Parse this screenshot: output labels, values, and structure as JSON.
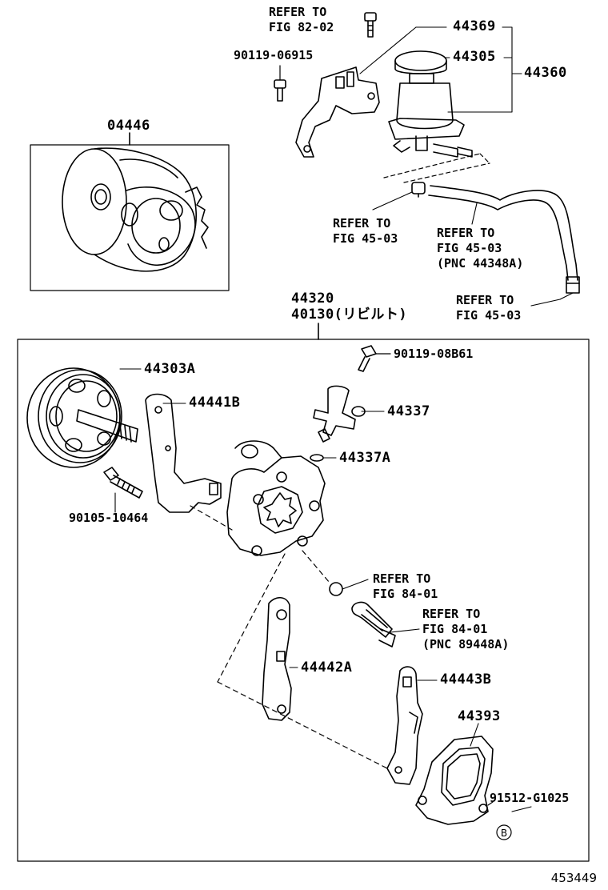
{
  "labels": {
    "refer_top": "REFER TO\nFIG 82-02",
    "p44369": "44369",
    "p44305": "44305",
    "p44360": "44360",
    "p90119_06915": "90119-06915",
    "p04446": "04446",
    "refer_45_03_a": "REFER TO\nFIG 45-03",
    "refer_45_03_b": "REFER TO\nFIG 45-03\n(PNC 44348A)",
    "refer_45_03_c": "REFER TO\nFIG 45-03",
    "p44320": "44320",
    "p40130": "40130(リビルト)",
    "p90119_08B61": "90119-08B61",
    "p44303A": "44303A",
    "p44441B": "44441B",
    "p44337": "44337",
    "p44337A": "44337A",
    "p90105_10464": "90105-10464",
    "refer_84_01_a": "REFER TO\nFIG 84-01",
    "refer_84_01_b": "REFER TO\nFIG 84-01\n(PNC 89448A)",
    "p44442A": "44442A",
    "p44443B": "44443B",
    "p44393": "44393",
    "p91512_G1025": "91512-G1025",
    "circle_b": "B",
    "figure_id": "453449"
  }
}
